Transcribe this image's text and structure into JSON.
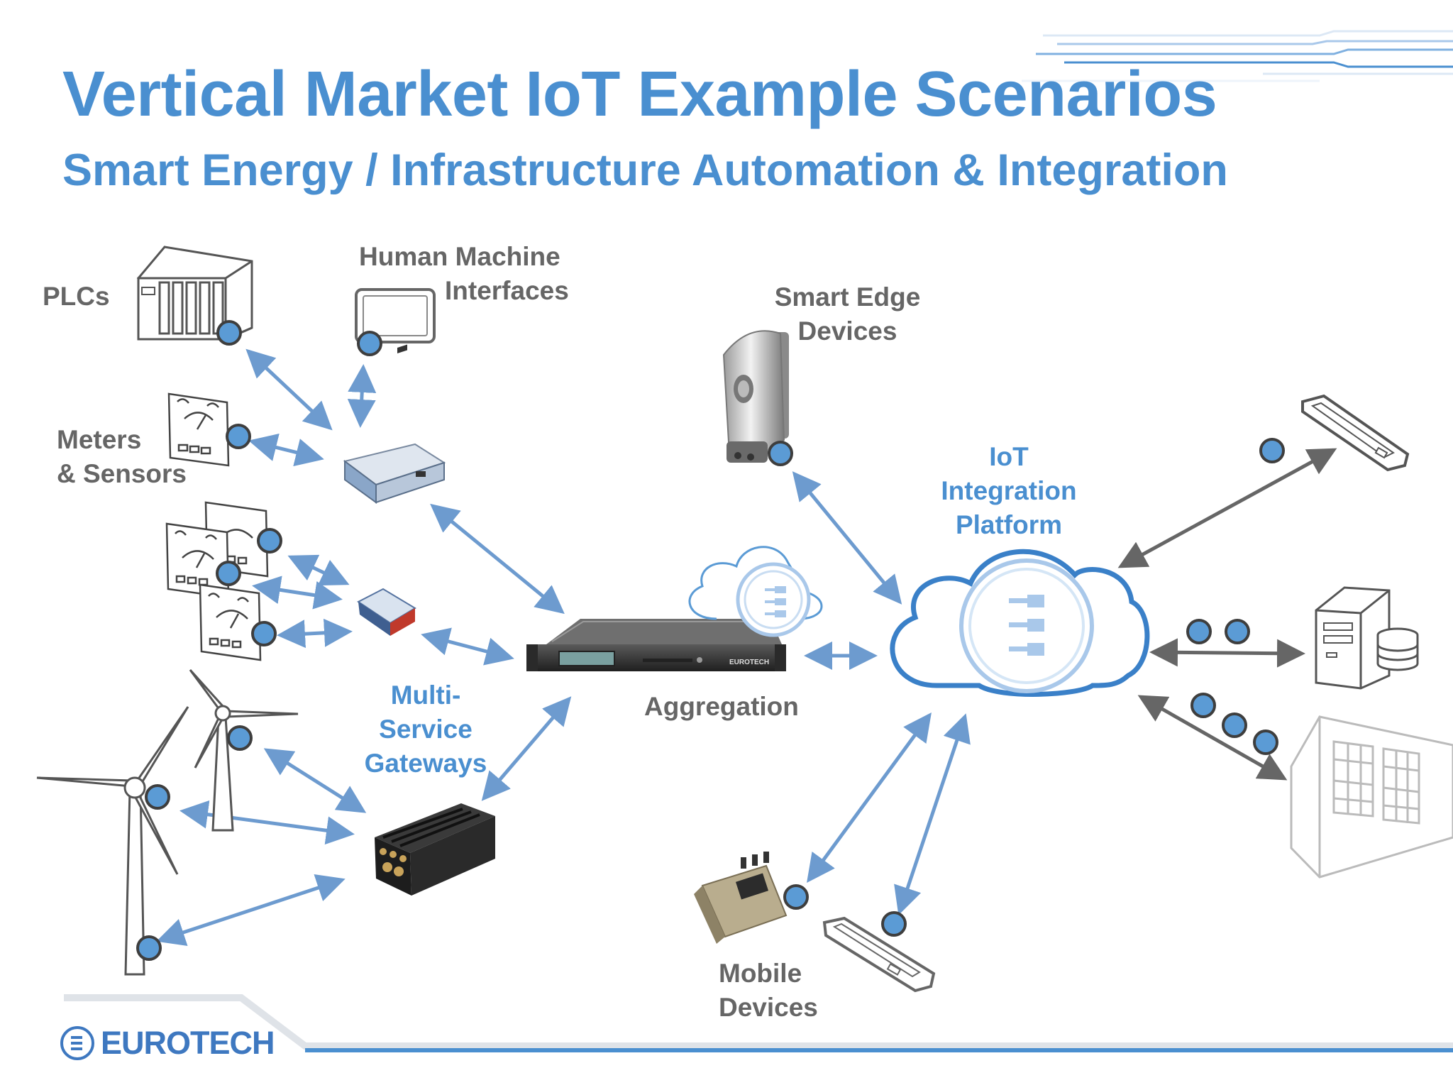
{
  "title": "Vertical Market IoT Example Scenarios",
  "subtitle": "Smart Energy / Infrastructure Automation & Integration",
  "labels": {
    "plcs": "PLCs",
    "hmi_1": "Human Machine",
    "hmi_2": "Interfaces",
    "meters_1": "Meters",
    "meters_2": "& Sensors",
    "smart_edge_1": "Smart Edge",
    "smart_edge_2": "Devices",
    "iot_1": "IoT",
    "iot_2": "Integration",
    "iot_3": "Platform",
    "msg_1": "Multi-",
    "msg_2": "Service",
    "msg_3": "Gateways",
    "aggregation": "Aggregation",
    "mobile_1": "Mobile",
    "mobile_2": "Devices"
  },
  "rack_label": "EUROTECH",
  "logo": {
    "text": "EUROTECH"
  },
  "colors": {
    "title": "#4a8fd0",
    "label": "#666666",
    "arrow": "#6d9bcf",
    "arrow_dark": "#666666",
    "node": "#5b9bd5"
  }
}
